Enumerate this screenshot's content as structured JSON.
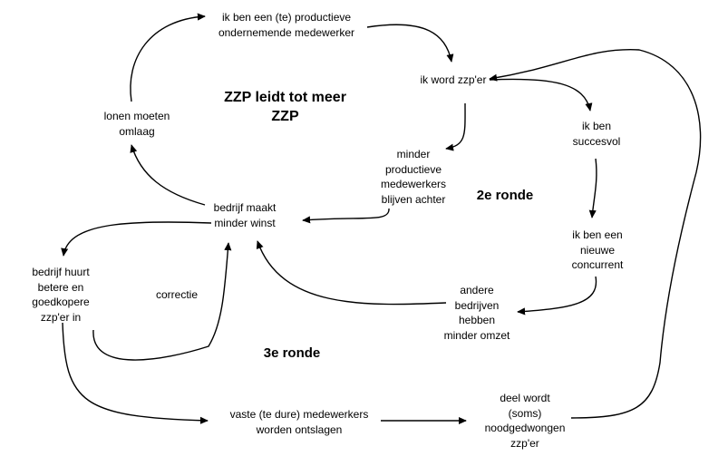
{
  "diagram": {
    "title": [
      "ZZP leidt tot meer",
      "ZZP"
    ],
    "round_2": "2e ronde",
    "round_3": "3e ronde",
    "nodes": {
      "productive_worker": [
        "ik ben een (te) productieve",
        "ondernemende medewerker"
      ],
      "become_zzp": [
        "ik word zzp'er"
      ],
      "lower_wages": [
        "lonen moeten",
        "omlaag"
      ],
      "successful": [
        "ik ben",
        "succesvol"
      ],
      "less_productive_stay": [
        "minder",
        "productieve",
        "medewerkers",
        "blijven achter"
      ],
      "less_profit": [
        "bedrijf maakt",
        "minder winst"
      ],
      "new_competitor": [
        "ik ben een",
        "nieuwe",
        "concurrent"
      ],
      "hires_zzp": [
        "bedrijf huurt",
        "betere en",
        "goedkopere",
        "zzp'er in"
      ],
      "correction": [
        "correctie"
      ],
      "less_revenue": [
        "andere",
        "bedrijven",
        "hebben",
        "minder omzet"
      ],
      "fired": [
        "vaste (te dure) medewerkers",
        "worden ontslagen"
      ],
      "forced_zzp": [
        "deel wordt",
        "(soms)",
        "noodgedwongen",
        "zzp'er"
      ]
    },
    "stroke_color": "#000000"
  }
}
